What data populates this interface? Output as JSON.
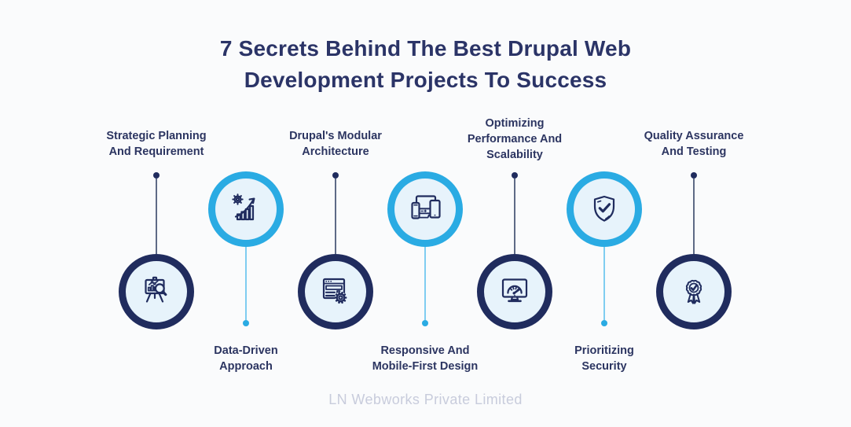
{
  "title": {
    "text": "7 Secrets Behind The Best Drupal Web Development Projects To Success",
    "lines": [
      "7 Secrets Behind The Best Drupal Web",
      "Development Projects To Success"
    ],
    "color": "#2b3467"
  },
  "footer": {
    "text": "LN Webworks Private Limited",
    "color": "#c8ccdc"
  },
  "colors": {
    "navy_accent": "#202c5e",
    "cyan_accent": "#2aabe3",
    "circle_fill": "#e7f3fb",
    "stem_gray": "#5e6a86",
    "stem_cyan": "#7fcdf1",
    "label_text": "#2c3561",
    "background": "#fafbfc"
  },
  "items": [
    {
      "label": "Strategic Planning And Requirement",
      "lines": [
        "Strategic Planning",
        "And Requirement"
      ],
      "icon": "presentation-analysis-icon",
      "accent": "navy",
      "label_position": "top"
    },
    {
      "label": "Data-Driven Approach",
      "lines": [
        "Data-Driven",
        "Approach"
      ],
      "icon": "growth-chart-gear-icon",
      "accent": "cyan",
      "label_position": "bottom"
    },
    {
      "label": "Drupal's Modular Architecture",
      "lines": [
        "Drupal's Modular",
        "Architecture"
      ],
      "icon": "browser-gear-icon",
      "accent": "navy",
      "label_position": "top"
    },
    {
      "label": "Responsive And Mobile-First Design",
      "lines": [
        "Responsive And",
        "Mobile-First Design"
      ],
      "icon": "devices-icon",
      "accent": "cyan",
      "label_position": "bottom"
    },
    {
      "label": "Optimizing Performance And Scalability",
      "lines": [
        "Optimizing",
        "Performance And",
        "Scalability"
      ],
      "icon": "speedometer-monitor-icon",
      "accent": "navy",
      "label_position": "top"
    },
    {
      "label": "Prioritizing Security",
      "lines": [
        "Prioritizing",
        "Security"
      ],
      "icon": "shield-check-icon",
      "accent": "cyan",
      "label_position": "bottom"
    },
    {
      "label": "Quality Assurance And Testing",
      "lines": [
        "Quality Assurance",
        "And Testing"
      ],
      "icon": "award-badge-icon",
      "accent": "navy",
      "label_position": "top"
    }
  ]
}
